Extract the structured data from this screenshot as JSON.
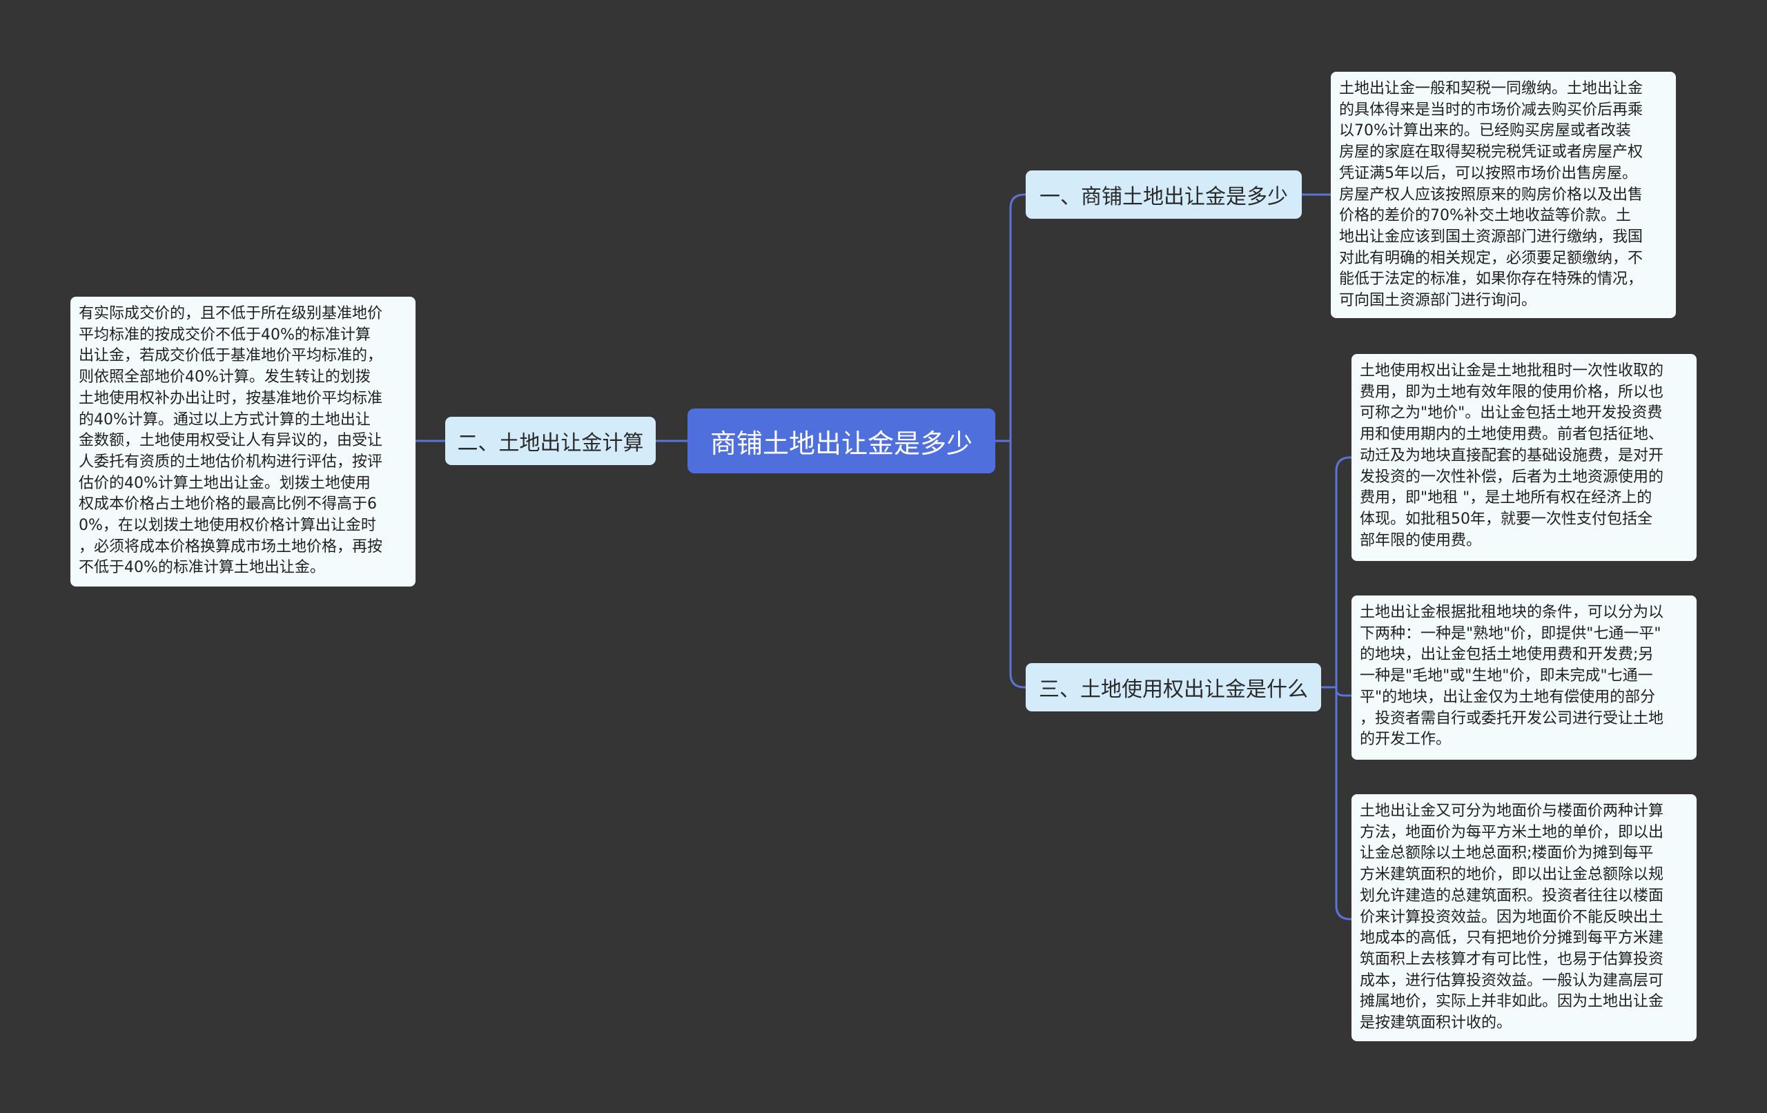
{
  "root": {
    "label": "商铺土地出让金是多少"
  },
  "branches": [
    {
      "label": "一、商铺土地出让金是多少"
    },
    {
      "label": "二、土地出让金计算"
    },
    {
      "label": "三、土地使用权出让金是什么"
    }
  ],
  "leaves": [
    {
      "text": "土地出让金一般和契税一同缴纳。土地出让金\n的具体得来是当时的市场价减去购买价后再乘\n以70%计算出来的。已经购买房屋或者改装\n房屋的家庭在取得契税完税凭证或者房屋产权\n凭证满5年以后，可以按照市场价出售房屋。\n房屋产权人应该按照原来的购房价格以及出售\n价格的差价的70%补交土地收益等价款。土\n地出让金应该到国土资源部门进行缴纳，我国\n对此有明确的相关规定，必须要足额缴纳，不\n能低于法定的标准，如果你存在特殊的情况，\n可向国土资源部门进行询问。"
    },
    {
      "text": "有实际成交价的，且不低于所在级别基准地价\n平均标准的按成交价不低于40%的标准计算\n出让金，若成交价低于基准地价平均标准的，\n则依照全部地价40%计算。发生转让的划拨\n土地使用权补办出让时，按基准地价平均标准\n的40%计算。通过以上方式计算的土地出让\n金数额，土地使用权受让人有异议的，由受让\n人委托有资质的土地估价机构进行评估，按评\n估价的40%计算土地出让金。划拨土地使用\n权成本价格占土地价格的最高比例不得高于6\n0%，在以划拨土地使用权价格计算出让金时\n，必须将成本价格换算成市场土地价格，再按\n不低于40%的标准计算土地出让金。"
    },
    {
      "text": "土地使用权出让金是土地批租时一次性收取的\n费用，即为土地有效年限的使用价格，所以也\n可称之为\"地价\"。出让金包括土地开发投资费\n用和使用期内的土地使用费。前者包括征地、\n动迁及为地块直接配套的基础设施费，是对开\n发投资的一次性补偿，后者为土地资源使用的\n费用，即\"地租 \"，是土地所有权在经济上的\n体现。如批租50年，就要一次性支付包括全\n部年限的使用费。"
    },
    {
      "text": "土地出让金根据批租地块的条件，可以分为以\n下两种：一种是\"熟地\"价，即提供\"七通一平\"\n的地块，出让金包括土地使用费和开发费;另\n一种是\"毛地\"或\"生地\"价，即未完成\"七通一\n平\"的地块，出让金仅为土地有偿使用的部分\n，投资者需自行或委托开发公司进行受让土地\n的开发工作。"
    },
    {
      "text": "土地出让金又可分为地面价与楼面价两种计算\n方法，地面价为每平方米土地的单价，即以出\n让金总额除以土地总面积;楼面价为摊到每平\n方米建筑面积的地价，即以出让金总额除以规\n划允许建造的总建筑面积。投资者往往以楼面\n价来计算投资效益。因为地面价不能反映出土\n地成本的高低，只有把地价分摊到每平方米建\n筑面积上去核算才有可比性，也易于估算投资\n成本，进行估算投资效益。一般认为建高层可\n摊属地价，实际上并非如此。因为土地出让金\n是按建筑面积计收的。"
    }
  ],
  "colors": {
    "background": "#353536",
    "root": "#4f6fdc",
    "branch": "#d4ecf9",
    "leaf": "#f3fbfd",
    "connector": "#5b72d6"
  }
}
